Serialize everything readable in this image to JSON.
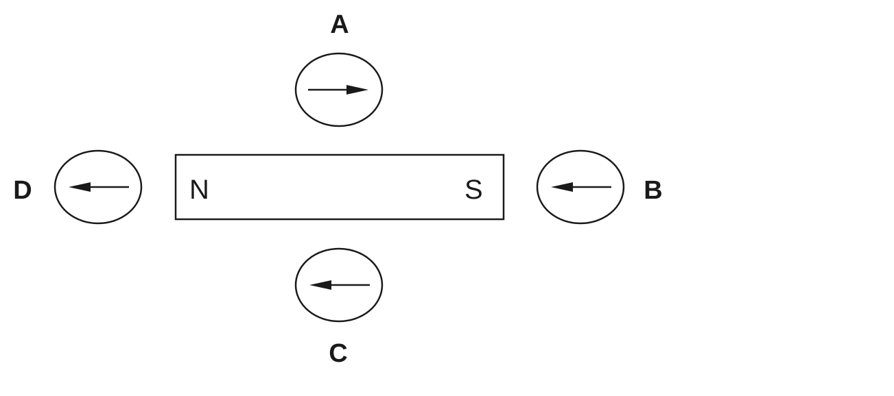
{
  "magnet": {
    "north_label": "N",
    "south_label": "S"
  },
  "compasses": [
    {
      "id": "A",
      "label": "A",
      "needle_points": "right"
    },
    {
      "id": "B",
      "label": "B",
      "needle_points": "left"
    },
    {
      "id": "C",
      "label": "C",
      "needle_points": "left"
    },
    {
      "id": "D",
      "label": "D",
      "needle_points": "left"
    }
  ],
  "colors": {
    "ink": "#1a1a1a",
    "background": "#ffffff"
  }
}
